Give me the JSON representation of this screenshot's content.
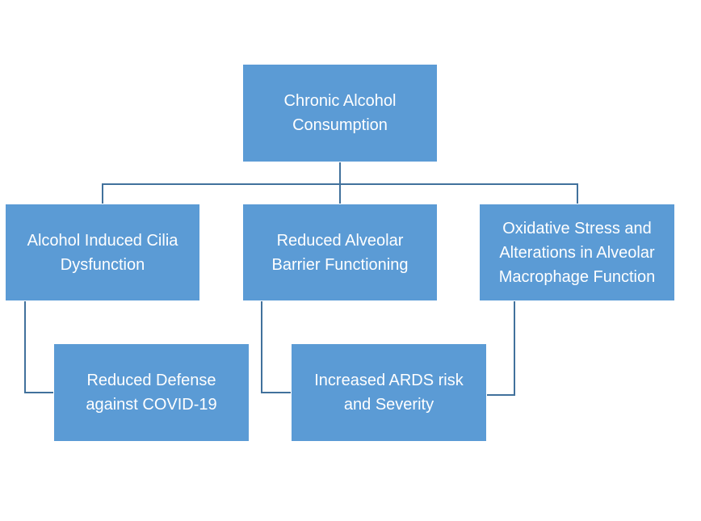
{
  "diagram": {
    "nodes": {
      "root": "Chronic Alcohol Consumption",
      "cilia": "Alcohol Induced Cilia Dysfunction",
      "barrier": "Reduced Alveolar Barrier Functioning",
      "oxidative": "Oxidative Stress and Alterations in Alveolar Macrophage Function",
      "defense": "Reduced Defense against COVID-19",
      "ards": "Increased ARDS risk and Severity"
    },
    "edges": [
      {
        "from": "root",
        "to": "cilia"
      },
      {
        "from": "root",
        "to": "barrier"
      },
      {
        "from": "root",
        "to": "oxidative"
      },
      {
        "from": "cilia",
        "to": "defense"
      },
      {
        "from": "barrier",
        "to": "ards"
      },
      {
        "from": "oxidative",
        "to": "ards"
      }
    ],
    "colors": {
      "box_fill": "#5b9bd5",
      "box_text": "#ffffff",
      "connector": "#41719c"
    }
  }
}
